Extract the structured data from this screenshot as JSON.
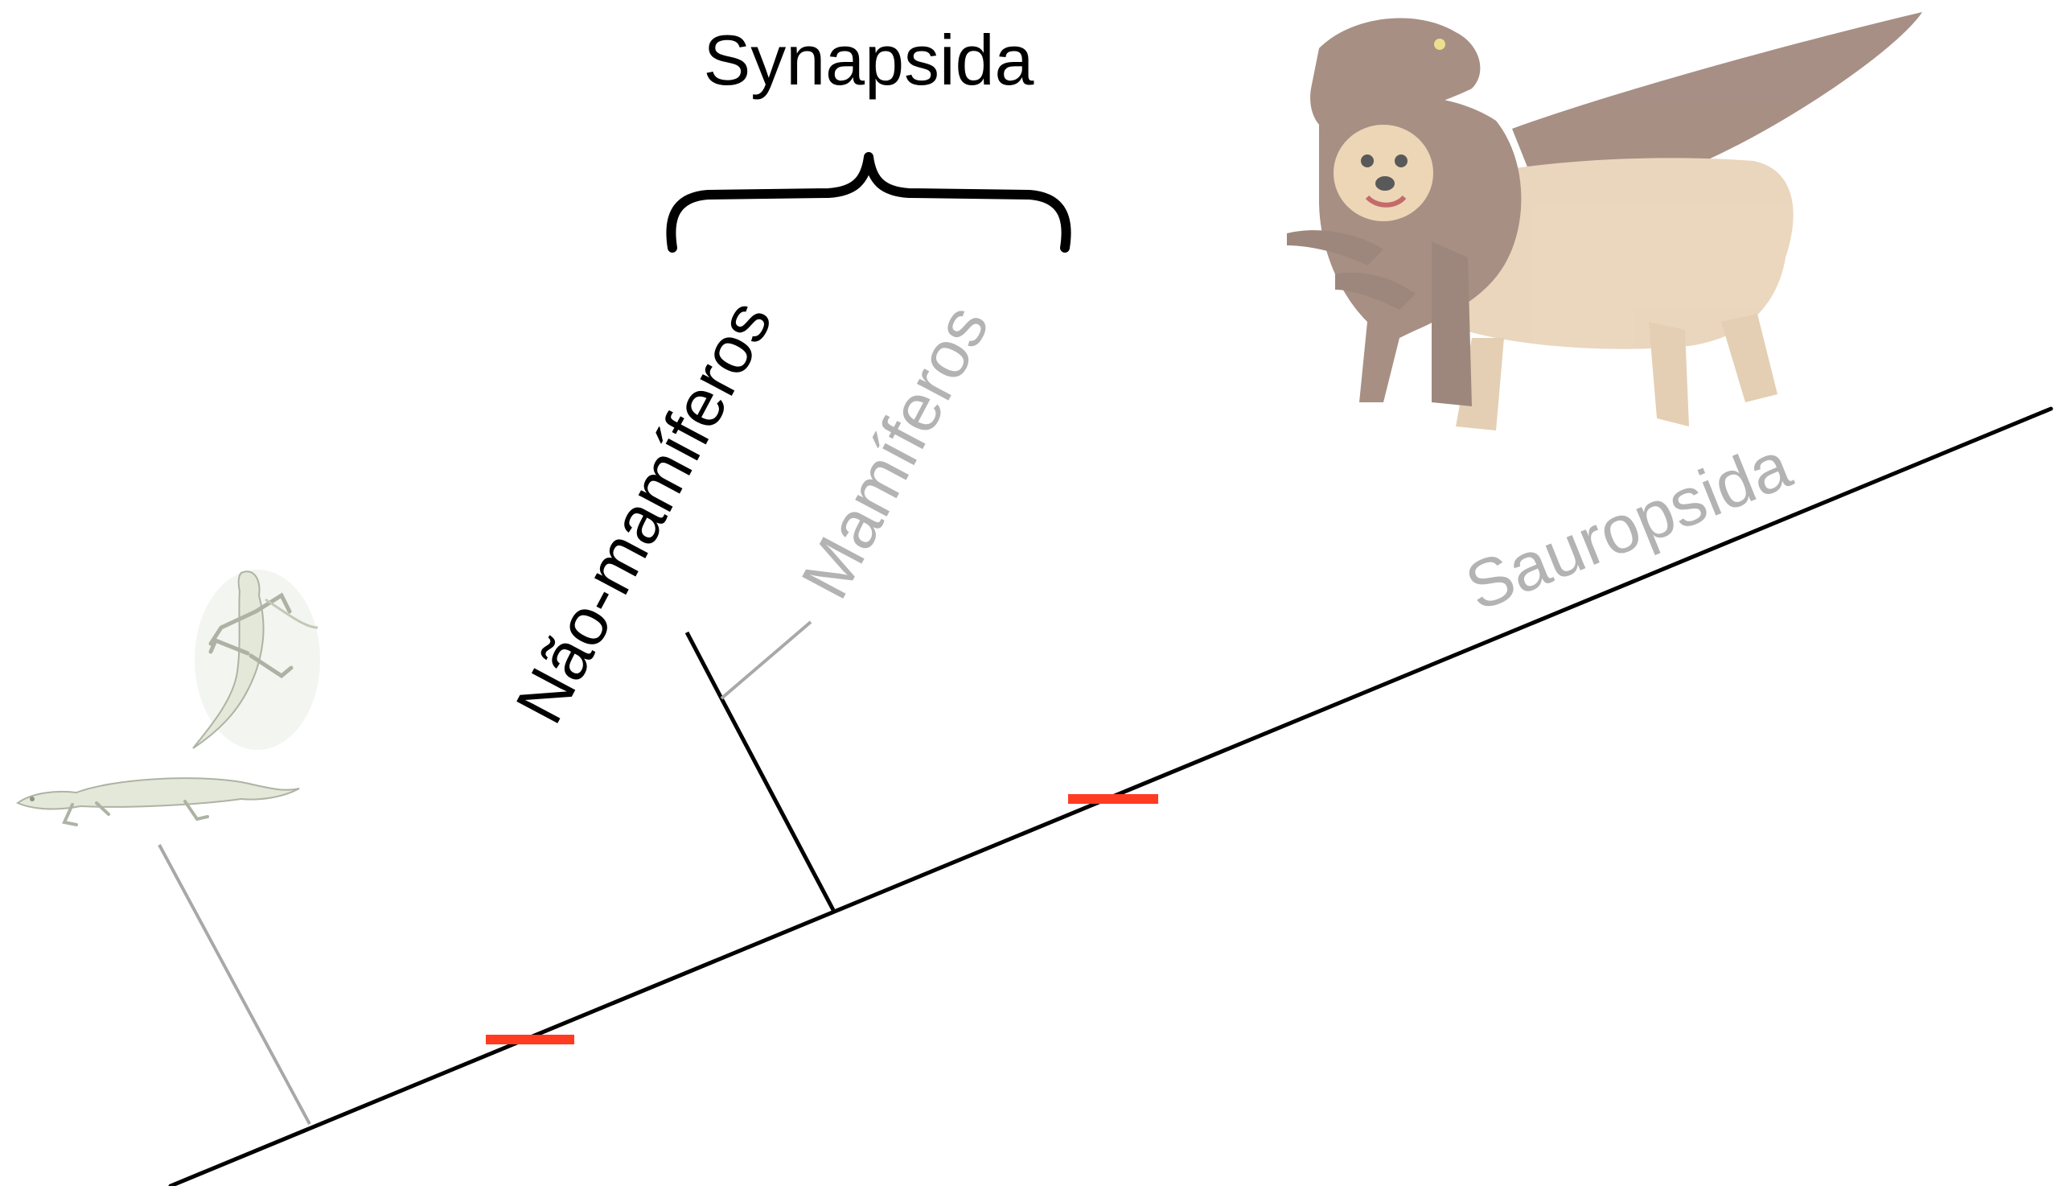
{
  "labels": {
    "clade": "Synapsida",
    "non_mammals": "Não-mamíferos",
    "mammals": "Mamíferos",
    "sauropsida": "Sauropsida"
  },
  "colors": {
    "trunk": "#000000",
    "faded_branch": "#a8a8a8",
    "faded_text": "#b3b3b3",
    "main_text": "#000000",
    "synapomorphy_marker": "#ff3b22",
    "lizard_body": "#e3e8d9",
    "dog_costume": "#8a6a5c",
    "dog_fur": "#e3c9a8"
  },
  "icons": {
    "lizard_top": "lizard-top-view-icon",
    "lizard_side": "lizard-side-view-icon",
    "dog_costume": "dog-in-dinosaur-costume-icon"
  }
}
